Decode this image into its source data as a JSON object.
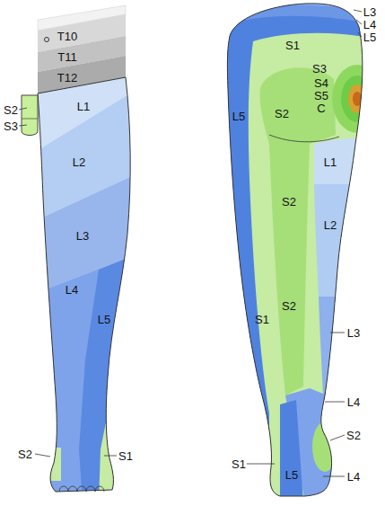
{
  "diagram": {
    "labels": [
      "T10",
      "T11",
      "T12",
      "S2",
      "S3",
      "L1",
      "L2",
      "L3",
      "L4",
      "L5",
      "S2",
      "S1",
      "L3",
      "L4",
      "L5",
      "S1",
      "S3",
      "S4",
      "S5",
      "C",
      "L5",
      "S2",
      "L1",
      "S2",
      "L2",
      "S2",
      "S1",
      "L3",
      "L4",
      "S2",
      "S1",
      "L5",
      "L4"
    ]
  }
}
